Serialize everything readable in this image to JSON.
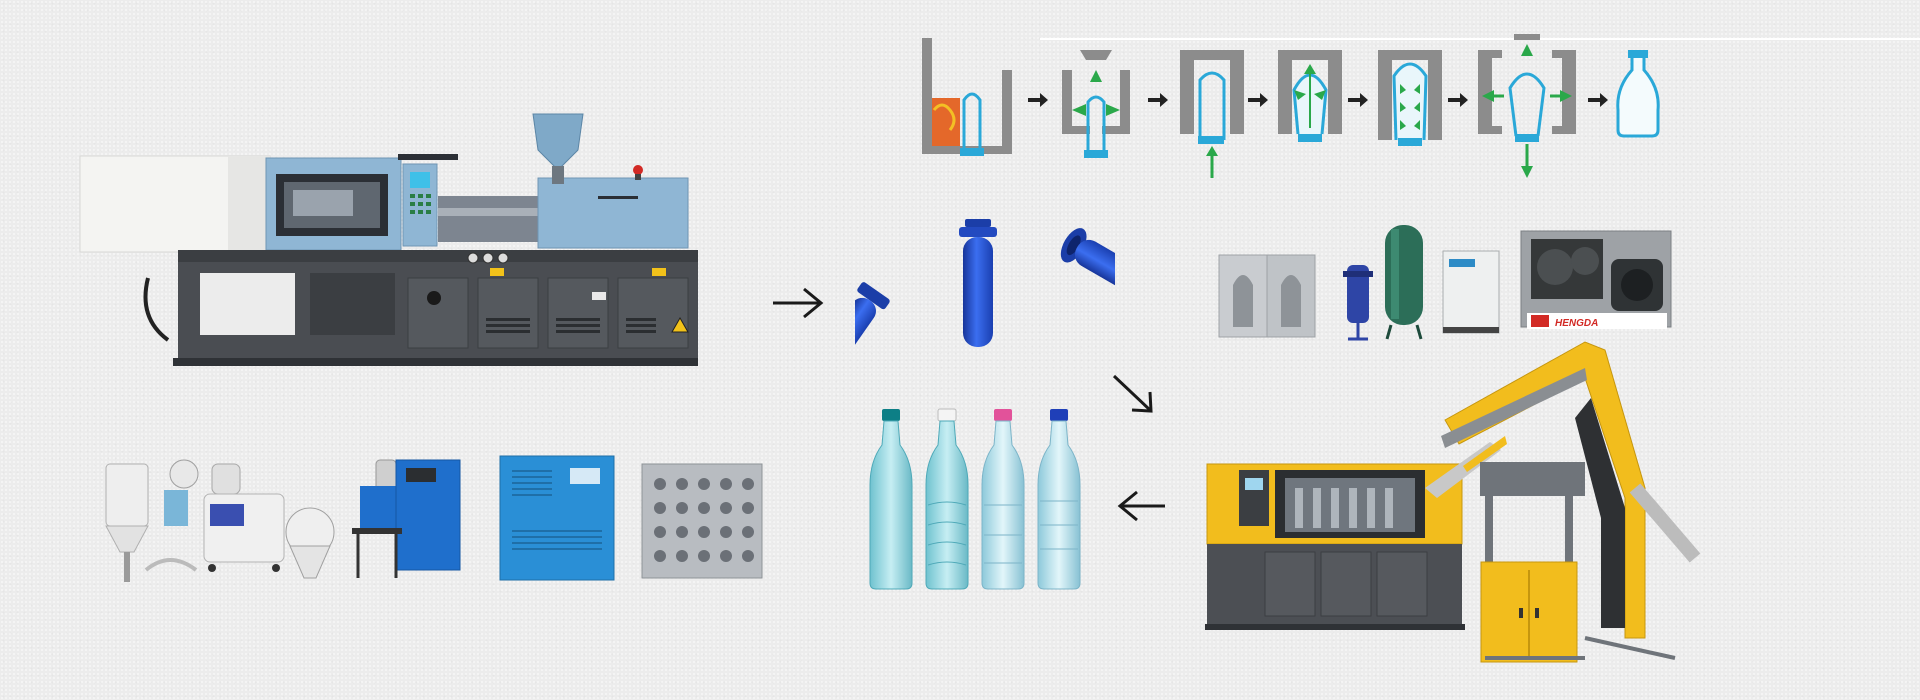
{
  "diagram": {
    "stages": [
      {
        "id": "injection-machine",
        "icon": "injection-molding-machine"
      },
      {
        "id": "preforms",
        "icon": "pet-preforms"
      },
      {
        "id": "blowing-process",
        "icon": "stretch-blow-process-steps"
      },
      {
        "id": "blow-auxiliaries",
        "icon": "mould-filter-tank-dryer-compressor"
      },
      {
        "id": "blow-molding-machine",
        "icon": "automatic-blow-molding-machine"
      },
      {
        "id": "bottles",
        "icon": "pet-bottles"
      },
      {
        "id": "injection-auxiliaries",
        "icon": "dryer-loader-chiller-preform-mould"
      }
    ],
    "arrows": [
      "right",
      "down-right",
      "left"
    ],
    "compressor_brand": "HENGDA",
    "colors": {
      "machine_blue": "#8fb6d4",
      "machine_gray": "#4a4d52",
      "preform_blue": "#1f4fc4",
      "bottle_teal": "#9fd6df",
      "blow_yellow": "#f2bd1d",
      "process_blue": "#2aa8d8",
      "process_green": "#2aa84a",
      "heater_orange": "#e4682a"
    }
  }
}
